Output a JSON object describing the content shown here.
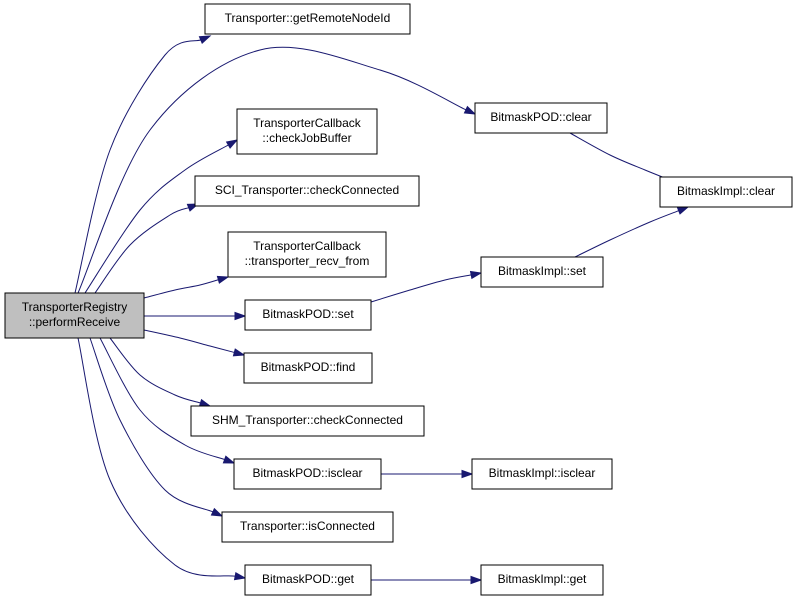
{
  "colors": {
    "edge": "#191970",
    "root_fill": "#bfbfbf",
    "node_fill": "#ffffff",
    "border": "#000000"
  },
  "nodes": [
    {
      "id": "root",
      "lines": [
        "TransporterRegistry",
        "::performReceive"
      ]
    },
    {
      "id": "getRemoteNodeId",
      "lines": [
        "Transporter::getRemoteNodeId"
      ]
    },
    {
      "id": "bpClear",
      "lines": [
        "BitmaskPOD::clear"
      ]
    },
    {
      "id": "checkJobBuffer",
      "lines": [
        "TransporterCallback",
        "::checkJobBuffer"
      ]
    },
    {
      "id": "biClear",
      "lines": [
        "BitmaskImpl::clear"
      ]
    },
    {
      "id": "sciChecked",
      "lines": [
        "SCI_Transporter::checkConnected"
      ]
    },
    {
      "id": "recvFrom",
      "lines": [
        "TransporterCallback",
        "::transporter_recv_from"
      ]
    },
    {
      "id": "biSet",
      "lines": [
        "BitmaskImpl::set"
      ]
    },
    {
      "id": "bpSet",
      "lines": [
        "BitmaskPOD::set"
      ]
    },
    {
      "id": "bpFind",
      "lines": [
        "BitmaskPOD::find"
      ]
    },
    {
      "id": "shmChecked",
      "lines": [
        "SHM_Transporter::checkConnected"
      ]
    },
    {
      "id": "bpIsclear",
      "lines": [
        "BitmaskPOD::isclear"
      ]
    },
    {
      "id": "biIsclear",
      "lines": [
        "BitmaskImpl::isclear"
      ]
    },
    {
      "id": "isConnected",
      "lines": [
        "Transporter::isConnected"
      ]
    },
    {
      "id": "bpGet",
      "lines": [
        "BitmaskPOD::get"
      ]
    },
    {
      "id": "biGet",
      "lines": [
        "BitmaskImpl::get"
      ]
    }
  ],
  "edges": [
    {
      "from": "root",
      "to": "getRemoteNodeId"
    },
    {
      "from": "root",
      "to": "bpClear"
    },
    {
      "from": "root",
      "to": "checkJobBuffer"
    },
    {
      "from": "root",
      "to": "sciChecked"
    },
    {
      "from": "root",
      "to": "recvFrom"
    },
    {
      "from": "root",
      "to": "bpSet"
    },
    {
      "from": "root",
      "to": "bpFind"
    },
    {
      "from": "root",
      "to": "shmChecked"
    },
    {
      "from": "root",
      "to": "bpIsclear"
    },
    {
      "from": "root",
      "to": "isConnected"
    },
    {
      "from": "root",
      "to": "bpGet"
    },
    {
      "from": "bpClear",
      "to": "biClear"
    },
    {
      "from": "bpSet",
      "to": "biSet"
    },
    {
      "from": "biSet",
      "to": "biClear"
    },
    {
      "from": "bpIsclear",
      "to": "biIsclear"
    },
    {
      "from": "bpGet",
      "to": "biGet"
    }
  ]
}
